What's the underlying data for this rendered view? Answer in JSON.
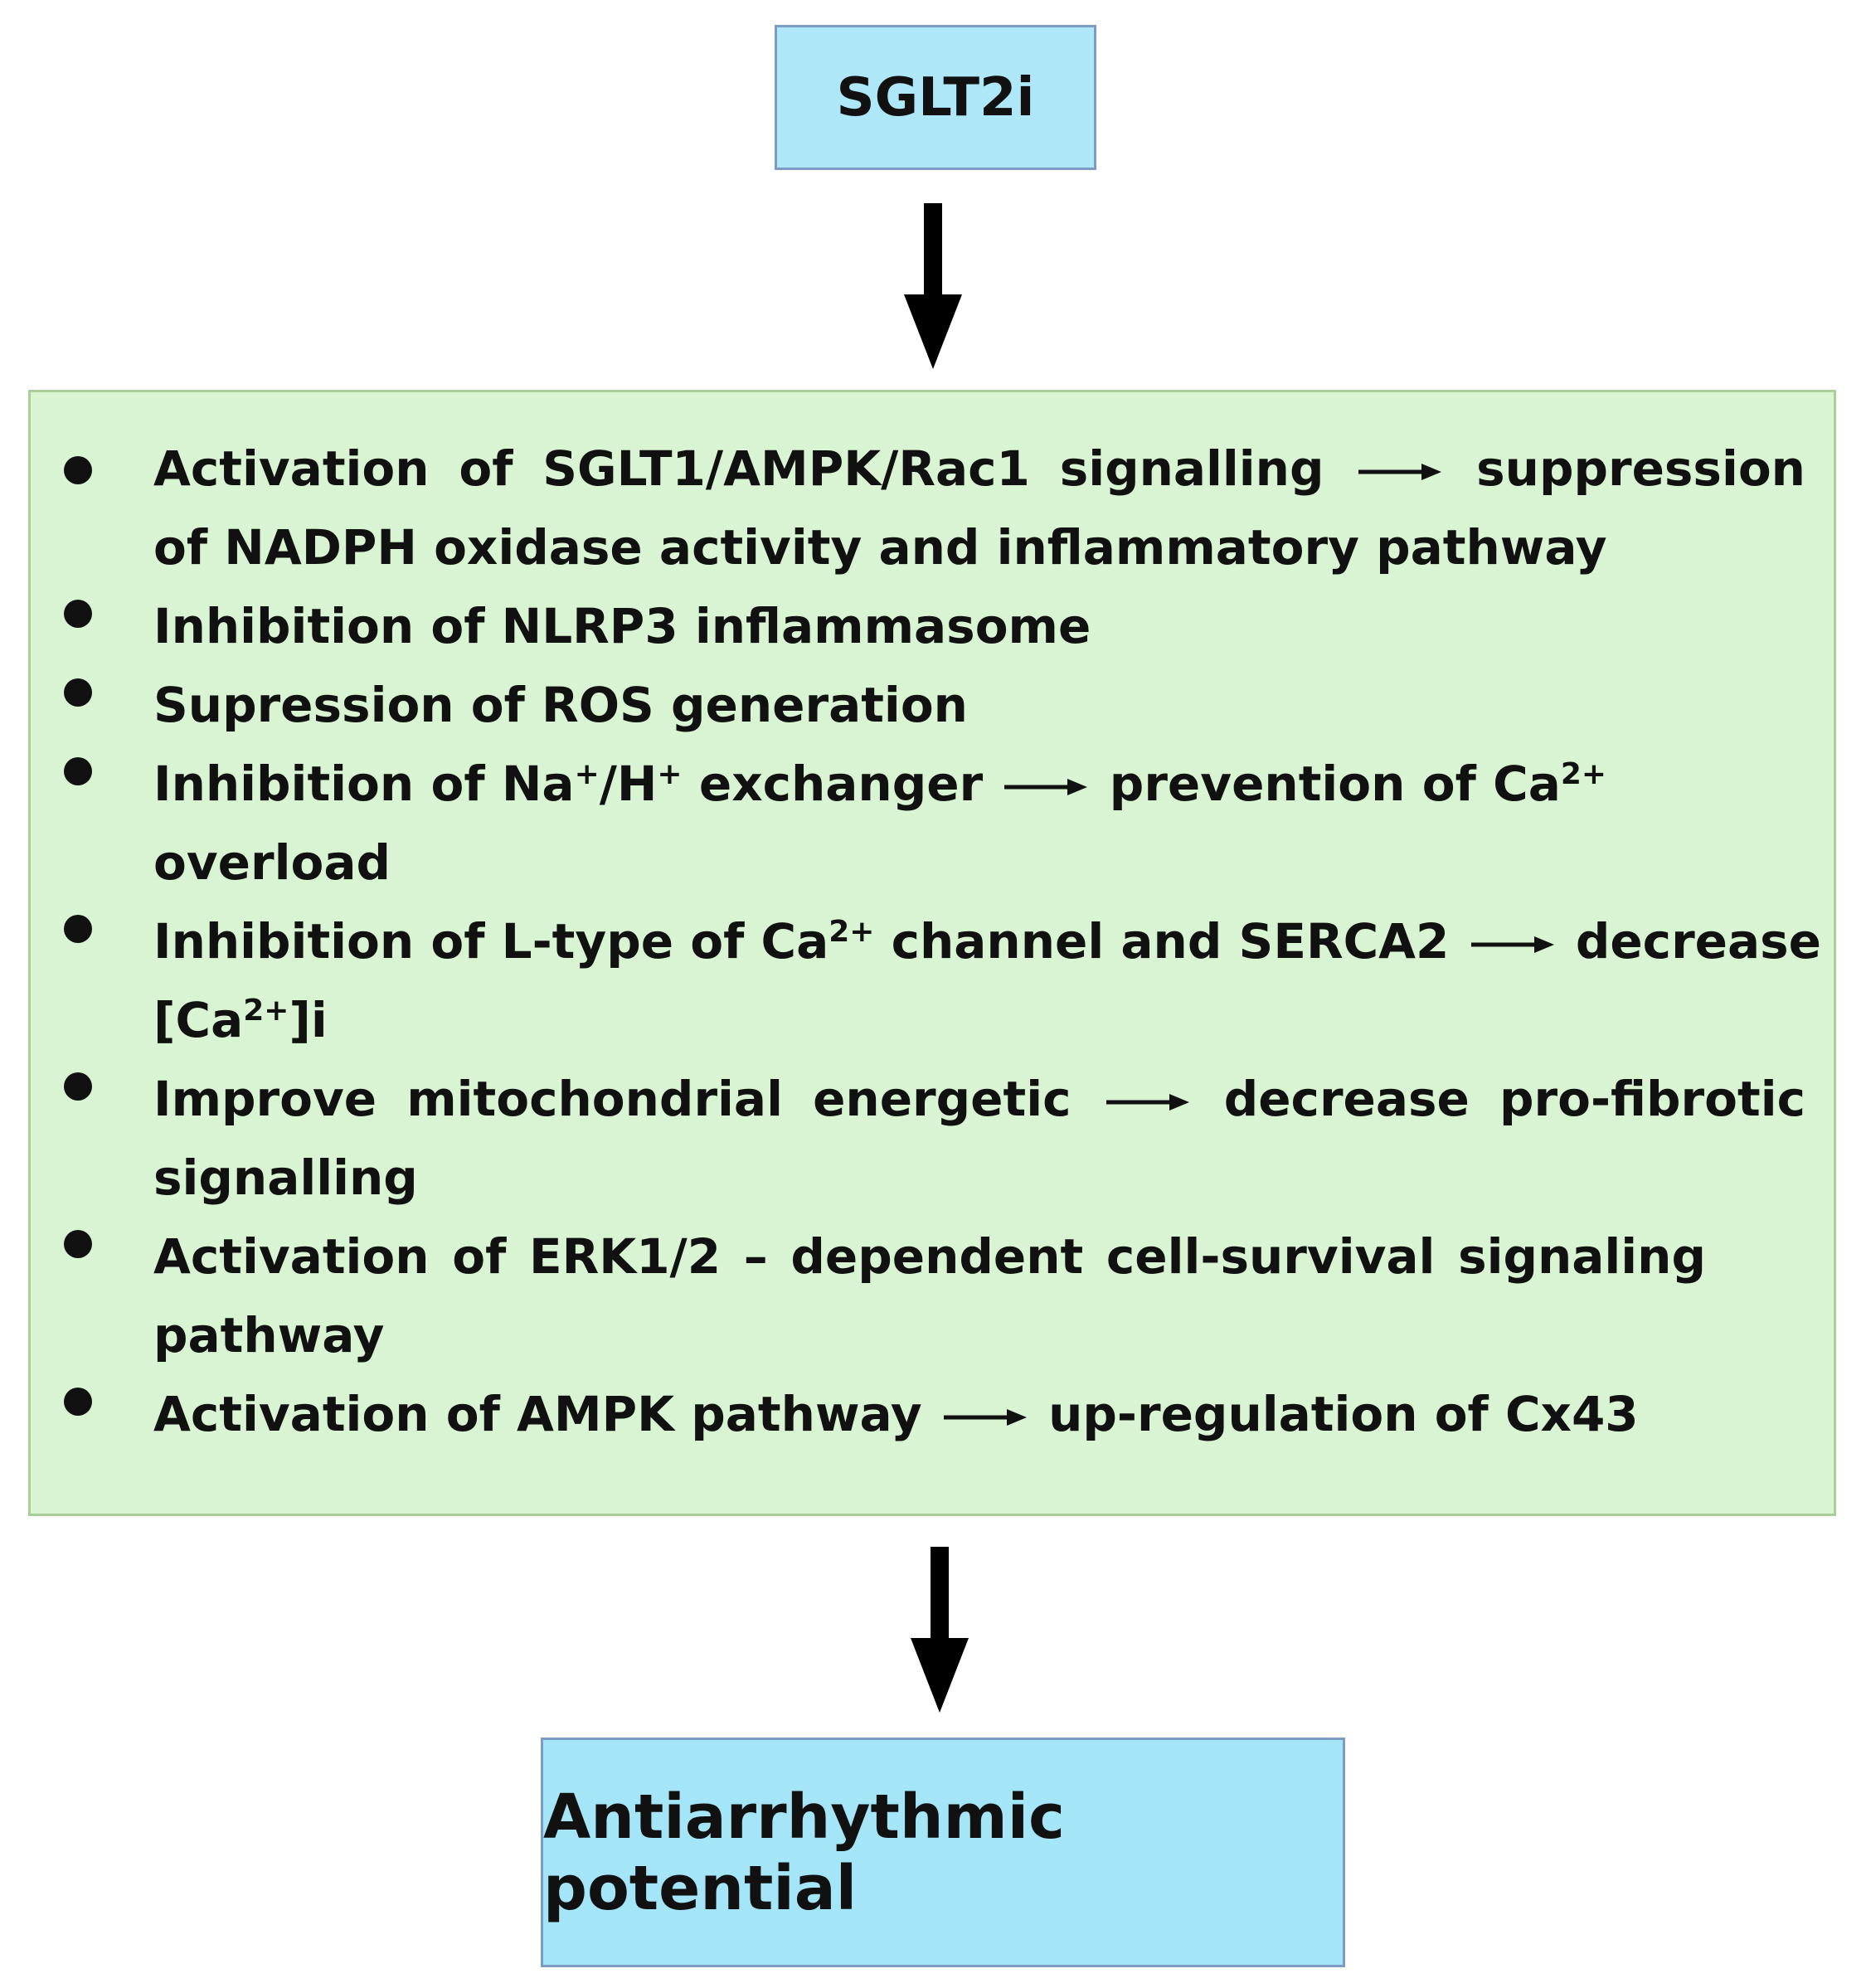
{
  "top_box": {
    "label": "SGLT2i"
  },
  "bottom_box": {
    "label": "Antiarrhythmic potential"
  },
  "items": [
    {
      "lines": [
        {
          "before": "Activation of SGLT1/AMPK/Rac1 signalling",
          "after": "suppression"
        },
        {
          "text": "of NADPH oxidase activity and inflammatory pathway"
        }
      ]
    },
    {
      "lines": [
        {
          "text": "Inhibition of NLRP3 inflammasome"
        }
      ]
    },
    {
      "lines": [
        {
          "text": "Supression of ROS generation"
        }
      ]
    },
    {
      "lines": [
        {
          "p1": "Inhibition of Na",
          "s1": "+",
          "p2": "/H",
          "s2": "+",
          "p3": "exchanger",
          "p4": "prevention of Ca",
          "s3": "2+"
        },
        {
          "text": "overload"
        }
      ]
    },
    {
      "lines": [
        {
          "p1": "Inhibition of L-type of Ca",
          "s1": "2+",
          "p2": "channel and SERCA2",
          "p3": "decrease"
        },
        {
          "p1": "[Ca",
          "s1": "2+",
          "p2": "]i"
        }
      ]
    },
    {
      "lines": [
        {
          "before": "Improve mitochondrial energetic",
          "after": "decrease pro-fibrotic"
        },
        {
          "text": "signalling"
        }
      ]
    },
    {
      "lines": [
        {
          "text": "Activation of ERK1/2 – dependent cell-survival signaling"
        },
        {
          "text": "pathway"
        }
      ]
    },
    {
      "lines": [
        {
          "before": "Activation of AMPK pathway",
          "after": "up-regulation of Cx43"
        }
      ]
    }
  ]
}
